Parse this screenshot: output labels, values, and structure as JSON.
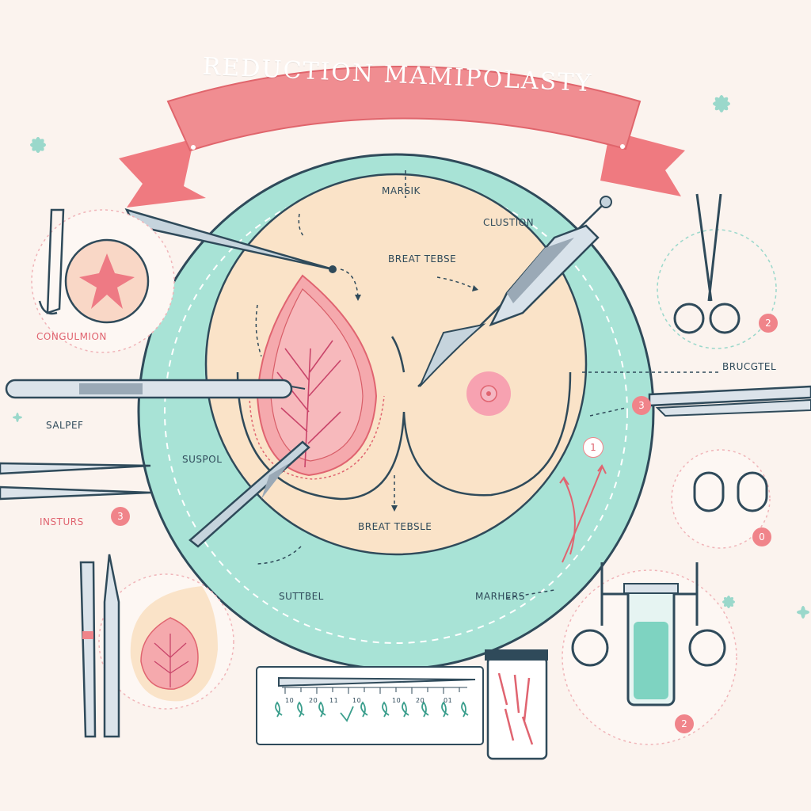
{
  "title": "REDUCTION MAMIPOLASTY",
  "labels": {
    "marsik": "MARSIK",
    "clustion": "CLUSTION",
    "breat_tebse_top": "BREAT TEBSE",
    "breat_tebsle_bottom": "BREAT TEBSLE",
    "consulmion": "CONGULMION",
    "salpef": "SALPEF",
    "suspol": "SUSPOL",
    "insturs": "INSTURS",
    "brucgtel": "BRUCGTEL",
    "sutbel": "SUTTBEL",
    "marhers": "MARHERS"
  },
  "badges": {
    "insturs_badge": "3",
    "scissors_badge": "2",
    "brucgtel_badge": "3",
    "ring_badge": "0",
    "vial_badge": "2",
    "arrow_badge": "1"
  },
  "ruler": {
    "ticks": [
      "10",
      "20",
      "11",
      "10",
      "10",
      "20",
      "01"
    ]
  },
  "colors": {
    "background": "#fbf3ee",
    "teal_ring": "#a8e3d6",
    "skin": "#fae3c8",
    "banner": "#ef7a80",
    "accent_red": "#e06470",
    "outline": "#2f4a5a"
  }
}
